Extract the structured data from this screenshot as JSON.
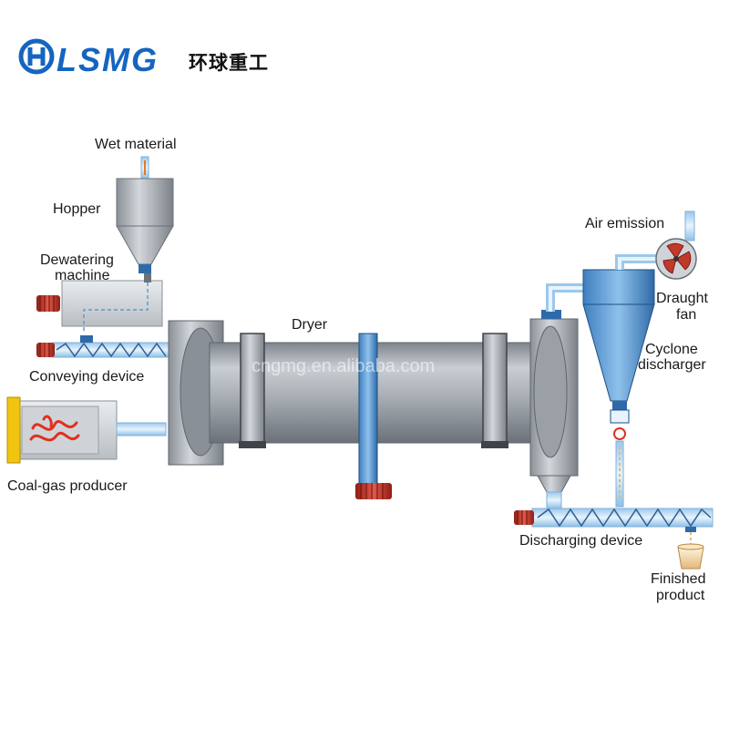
{
  "brand": {
    "logo_text": "LSMG",
    "chinese_name": "环球重工",
    "color": "#1565c0"
  },
  "watermark": "cngmg.en.alibaba.com",
  "labels": {
    "wet_material": "Wet material",
    "hopper": "Hopper",
    "dewatering_line1": "Dewatering",
    "dewatering_line2": "machine",
    "conveying_device": "Conveying device",
    "coal_gas_producer": "Coal-gas producer",
    "dryer": "Dryer",
    "air_emission": "Air emission",
    "draught_line1": "Draught",
    "draught_line2": "fan",
    "cyclone_line1": "Cyclone",
    "cyclone_line2": "discharger",
    "discharging_device": "Discharging device",
    "finished_line1": "Finished",
    "finished_line2": "product"
  },
  "colors": {
    "steel": "#9aa0a6",
    "steel_dark": "#6b7178",
    "cyclone_blue": "#5b9bd5",
    "motor_red": "#c0392b",
    "burner_yellow": "#f1c40f",
    "flame_red": "#e0301e"
  },
  "icons": [
    "hopper-icon",
    "motor-icon",
    "screw-conveyor-icon",
    "flame-icon",
    "fan-icon",
    "cyclone-icon",
    "product-cup-icon"
  ]
}
